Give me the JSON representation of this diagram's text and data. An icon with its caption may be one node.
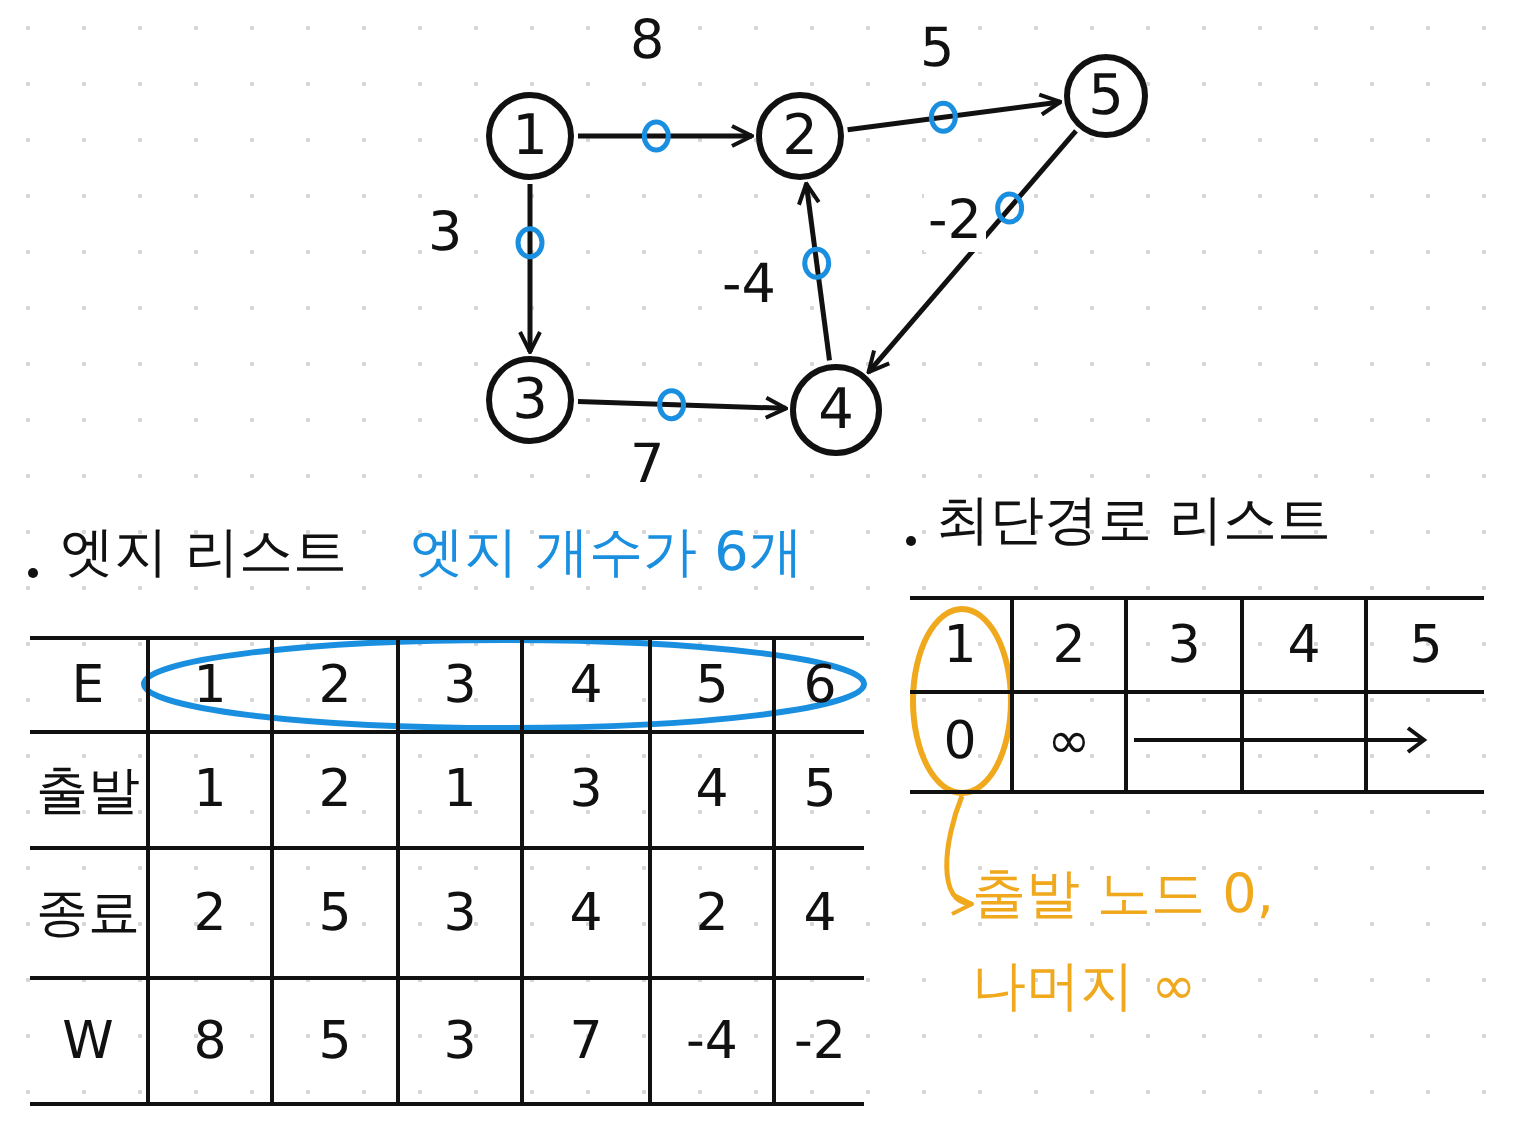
{
  "diagram": {
    "nodes": [
      {
        "text": [
          "1"
        ]
      },
      {
        "text": [
          "2"
        ]
      },
      {
        "text": [
          "5"
        ]
      },
      {
        "text": [
          "3"
        ]
      },
      {
        "text": [
          "4"
        ]
      },
      {
        "text": [],
        "shape": "circle"
      },
      {
        "text": [
          "출발 노드 0, 나머지 ∞"
        ]
      }
    ],
    "edges": [
      {
        "from": 0,
        "to": 1,
        "arrow": "to",
        "label": "8"
      },
      {
        "from": 1,
        "to": 2,
        "arrow": "to",
        "label": "5"
      },
      {
        "from": 0,
        "to": 3,
        "arrow": "to",
        "label": "3"
      },
      {
        "from": 3,
        "to": 4,
        "arrow": "to",
        "label": "7"
      },
      {
        "from": 4,
        "to": 1,
        "arrow": "to",
        "label": "-4"
      },
      {
        "from": 2,
        "to": 4,
        "arrow": "to",
        "label": "-2"
      },
      {
        "from": 5,
        "to": 6,
        "arrow": "to",
        "color": "#f0a81c"
      }
    ],
    "labels": [
      "엣지 리스트",
      "엣지 개수가 6개",
      "최단경로 리스트",
      "E",
      "1",
      "2",
      "3",
      "4",
      "5",
      "6",
      "출발",
      "1",
      "2",
      "1",
      "3",
      "4",
      "5",
      "종료",
      "2",
      "5",
      "3",
      "4",
      "2",
      "4",
      "W",
      "8",
      "5",
      "3",
      "7",
      "-4",
      "-2",
      "1",
      "2",
      "3",
      "4",
      "5",
      "0",
      "∞"
    ]
  }
}
